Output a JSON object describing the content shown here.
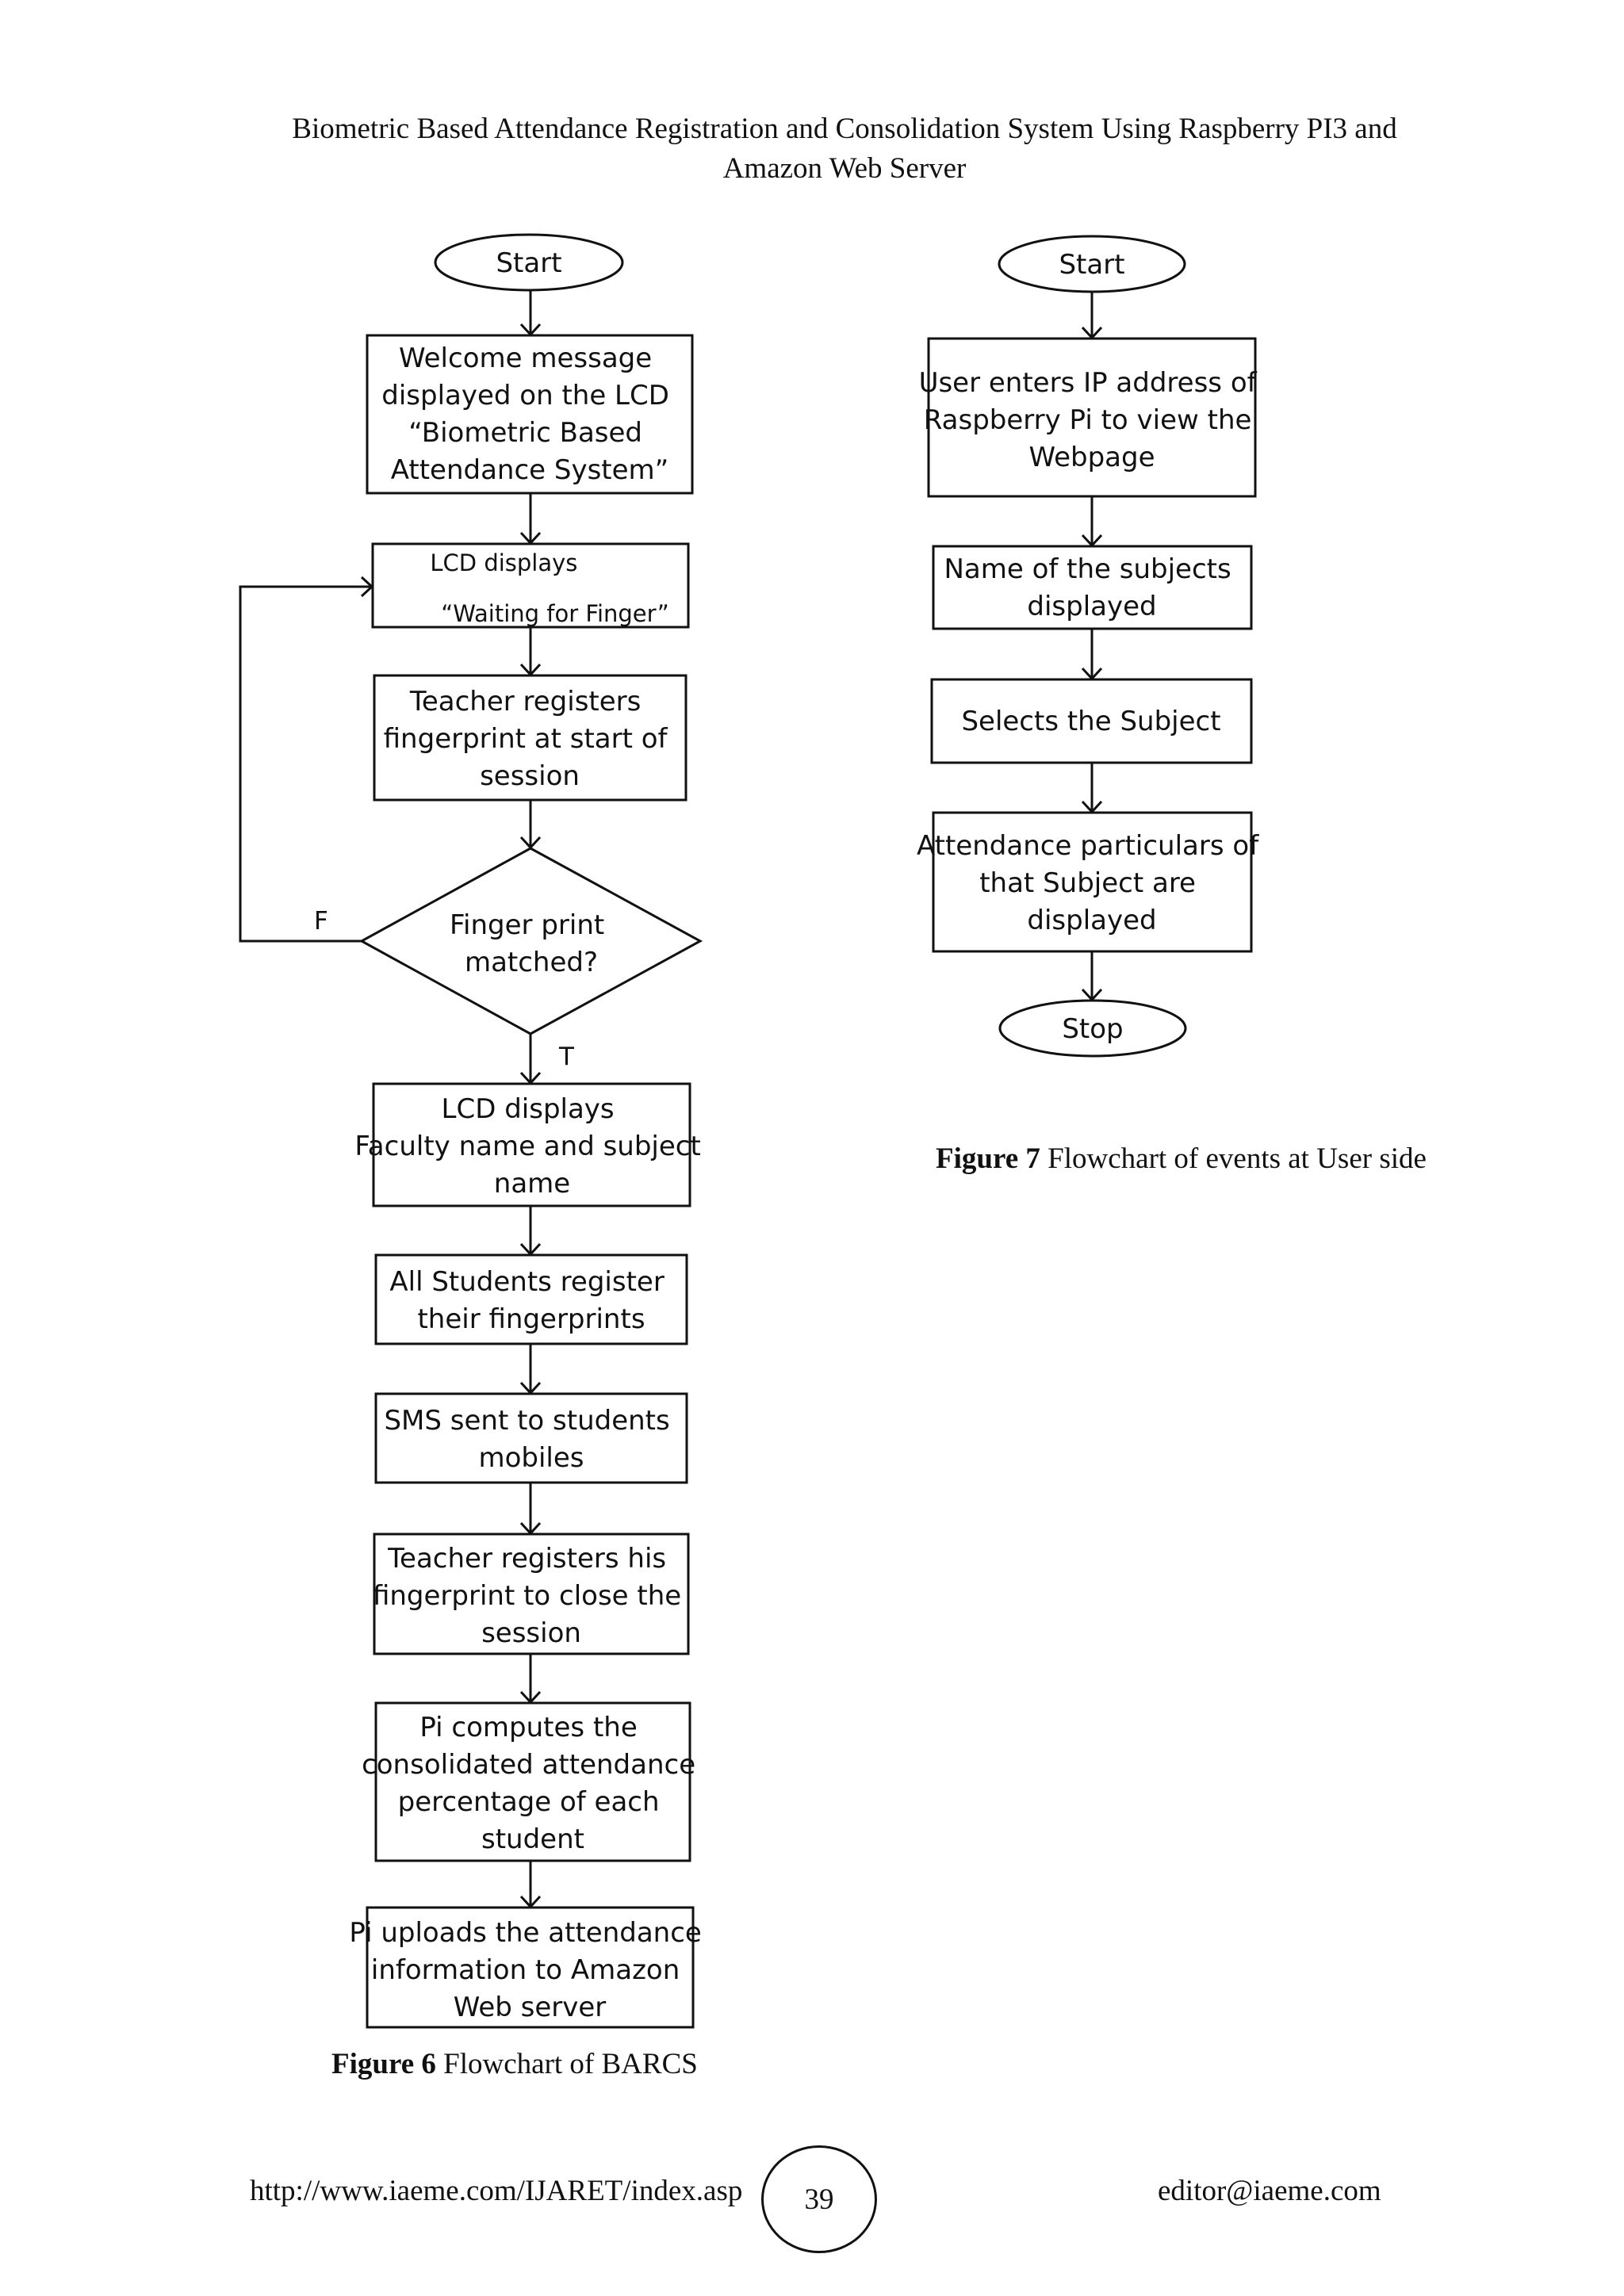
{
  "header": {
    "line1": "Biometric Based Attendance Registration and Consolidation System Using Raspberry PI3 and",
    "line2": "Amazon Web Server"
  },
  "figure6": {
    "start": "Start",
    "welcome": [
      "Welcome message",
      "displayed on the LCD",
      "“Biometric Based",
      "Attendance System”"
    ],
    "lcd_waiting": [
      "LCD displays",
      "“Waiting for Finger”"
    ],
    "teacher_registers": [
      "Teacher registers",
      "fingerprint at start of",
      "session"
    ],
    "decision": [
      "Finger print",
      "matched?"
    ],
    "false_label": "F",
    "true_label": "T",
    "lcd_faculty": [
      "LCD displays",
      "Faculty name and subject",
      "name"
    ],
    "students_register": [
      "All Students register",
      "their fingerprints"
    ],
    "sms": [
      "SMS sent to students",
      "mobiles"
    ],
    "teacher_close": [
      "Teacher registers his",
      "fingerprint to close the",
      "session"
    ],
    "pi_computes": [
      "Pi computes the",
      "consolidated attendance",
      "percentage of each",
      "student"
    ],
    "pi_uploads": [
      "Pi uploads the attendance",
      "information to Amazon",
      "Web server"
    ],
    "caption_label": "Figure 6",
    "caption_text": " Flowchart of BARCS"
  },
  "figure7": {
    "start": "Start",
    "enter_ip": [
      "User enters IP address of",
      "Raspberry Pi to view the",
      "Webpage"
    ],
    "subjects_displayed": [
      "Name of the subjects",
      "displayed"
    ],
    "selects_subject": [
      "Selects the Subject"
    ],
    "attendance_displayed": [
      "Attendance particulars of",
      "that Subject are",
      "displayed"
    ],
    "stop": "Stop",
    "caption_label": "Figure 7",
    "caption_text": " Flowchart of events at User side"
  },
  "footer": {
    "url": "http://www.iaeme.com/IJARET/index.asp",
    "page_number": "39",
    "email": "editor@iaeme.com"
  }
}
